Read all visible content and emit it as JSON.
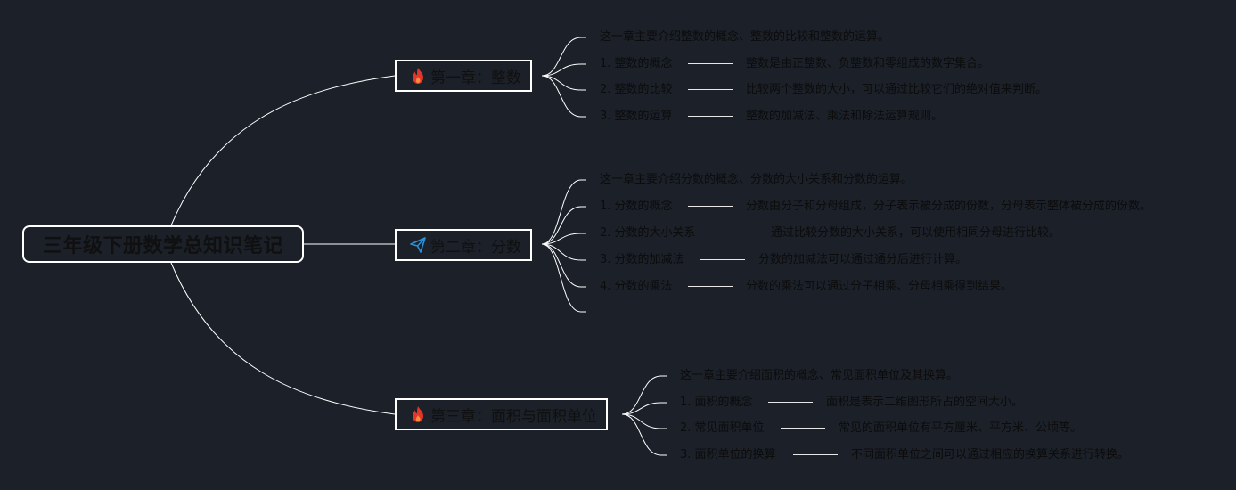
{
  "root": {
    "title": "三年级下册数学总知识笔记"
  },
  "chapters": [
    {
      "title": "第一章：整数",
      "icon": "fire-icon",
      "icon_color": "#e2362b",
      "intro": "这一章主要介绍整数的概念、整数的比较和整数的运算。",
      "items": [
        {
          "label": "1. 整数的概念",
          "desc": "整数是由正整数、负整数和零组成的数字集合。"
        },
        {
          "label": "2. 整数的比较",
          "desc": "比较两个整数的大小，可以通过比较它们的绝对值来判断。"
        },
        {
          "label": "3. 整数的运算",
          "desc": "整数的加减法、乘法和除法运算规则。"
        }
      ]
    },
    {
      "title": "第二章：分数",
      "icon": "paper-plane-icon",
      "icon_color": "#2f8fd8",
      "intro": "这一章主要介绍分数的概念、分数的大小关系和分数的运算。",
      "items": [
        {
          "label": "1. 分数的概念",
          "desc": "分数由分子和分母组成，分子表示被分成的份数，分母表示整体被分成的份数。"
        },
        {
          "label": "2. 分数的大小关系",
          "desc": "通过比较分数的大小关系，可以使用相同分母进行比较。"
        },
        {
          "label": "3. 分数的加减法",
          "desc": "分数的加减法可以通过通分后进行计算。"
        },
        {
          "label": "4. 分数的乘法",
          "desc": "分数的乘法可以通过分子相乘、分母相乘得到结果。"
        }
      ]
    },
    {
      "title": "第三章：面积与面积单位",
      "icon": "fire-icon",
      "icon_color": "#e2362b",
      "intro": "这一章主要介绍面积的概念、常见面积单位及其换算。",
      "items": [
        {
          "label": "1. 面积的概念",
          "desc": "面积是表示二维图形所占的空间大小。"
        },
        {
          "label": "2. 常见面积单位",
          "desc": "常见的面积单位有平方厘米、平方米、公顷等。"
        },
        {
          "label": "3. 面积单位的换算",
          "desc": "不同面积单位之间可以通过相应的换算关系进行转换。"
        }
      ]
    }
  ],
  "colors": {
    "background": "#1b2029",
    "line": "#ffffff",
    "text": "#0c0c0c"
  }
}
